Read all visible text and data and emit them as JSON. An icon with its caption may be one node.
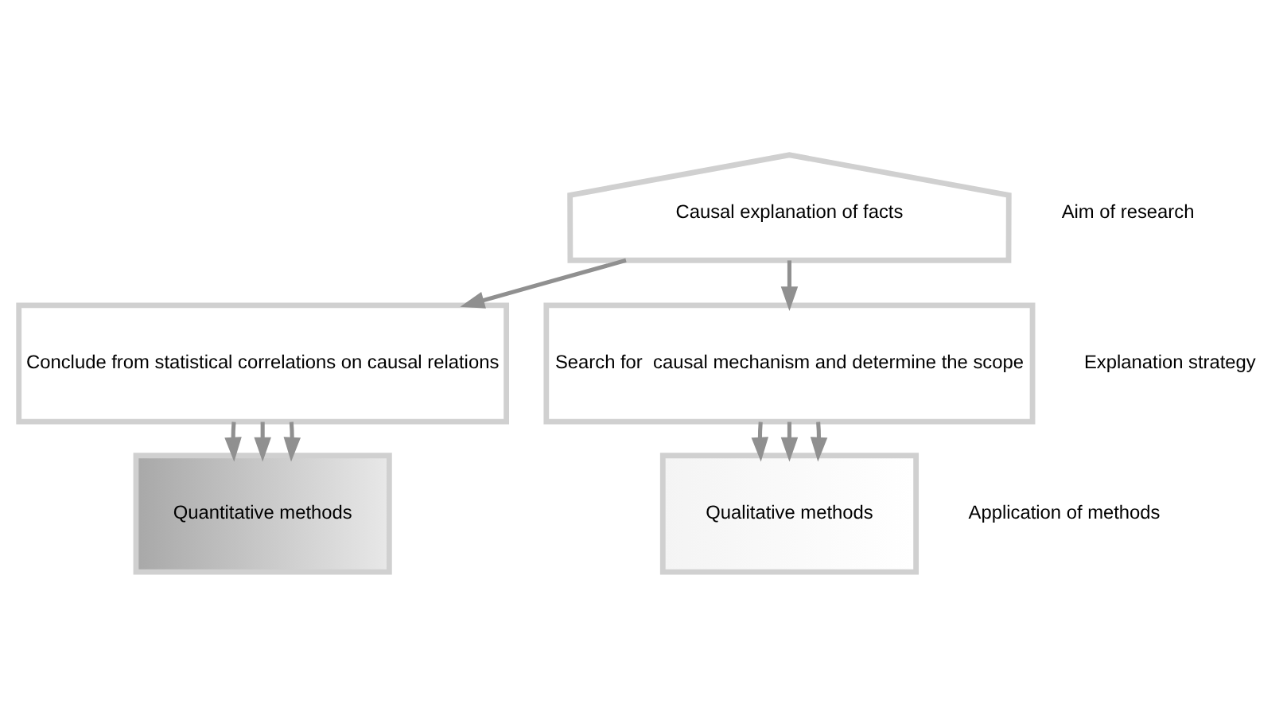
{
  "diagram": {
    "nodes": [
      {
        "text": [
          "Causal explanation of facts"
        ]
      },
      {
        "text": [
          "Conclude from statistical correlations on causal relations"
        ]
      },
      {
        "text": [
          "Search for  causal mechanism and determine the scope"
        ]
      },
      {
        "text": [
          "Quantitative methods"
        ]
      },
      {
        "text": [
          "Qualitative methods"
        ]
      }
    ],
    "edges": [
      {
        "from": 0,
        "to": 1,
        "arrow": "to"
      },
      {
        "from": 0,
        "to": 2,
        "arrow": "to"
      },
      {
        "from": 1,
        "to": 3,
        "arrow": "to"
      },
      {
        "from": 1,
        "to": 3,
        "arrow": "to"
      },
      {
        "from": 1,
        "to": 3,
        "arrow": "to"
      },
      {
        "from": 2,
        "to": 4,
        "arrow": "to"
      },
      {
        "from": 2,
        "to": 4,
        "arrow": "to"
      },
      {
        "from": 2,
        "to": 4,
        "arrow": "to"
      }
    ],
    "labels": [
      "Aim of research",
      "Explanation strategy",
      "Application of methods"
    ]
  }
}
